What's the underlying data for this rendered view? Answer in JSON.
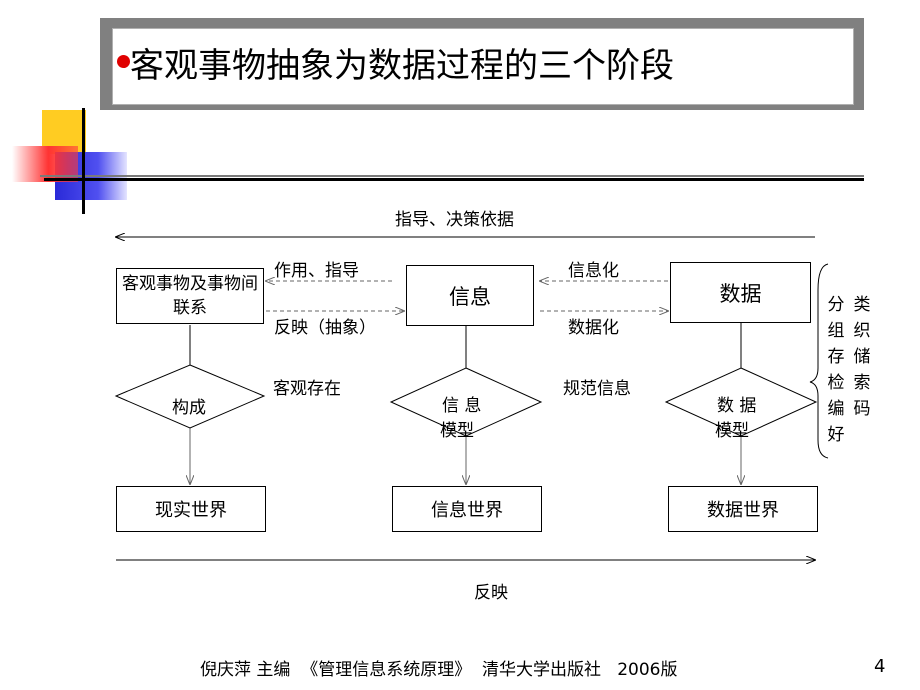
{
  "title": "客观事物抽象为数据过程的三个阶段",
  "top_label": "指导、决策依据",
  "bottom_label": "反映",
  "boxes": {
    "objective": "客观事物及事物间联系",
    "info": "信息",
    "data": "数据",
    "real_world": "现实世界",
    "info_world": "信息世界",
    "data_world": "数据世界"
  },
  "diamonds": {
    "compose": "构成",
    "info_model_1": "信 息",
    "info_model_2": "模型",
    "data_model_1": "数 据",
    "data_model_2": "模型"
  },
  "arrows": {
    "effect_guide": "作用、指导",
    "reflect": "反映（抽象）",
    "informatize": "信息化",
    "datafy": "数据化",
    "objective_exist": "客观存在",
    "standard_info": "规范信息"
  },
  "side_col_1": [
    "分",
    "组",
    "存",
    "检",
    "编",
    "好"
  ],
  "side_col_2": [
    "类",
    "织",
    "储",
    "索",
    "码"
  ],
  "footer": "倪庆萍 主编  《管理信息系统原理》  清华大学出版社   2006版",
  "page_number": "4",
  "colors": {
    "bullet": "#e00000",
    "title_shadow": "#808080"
  }
}
